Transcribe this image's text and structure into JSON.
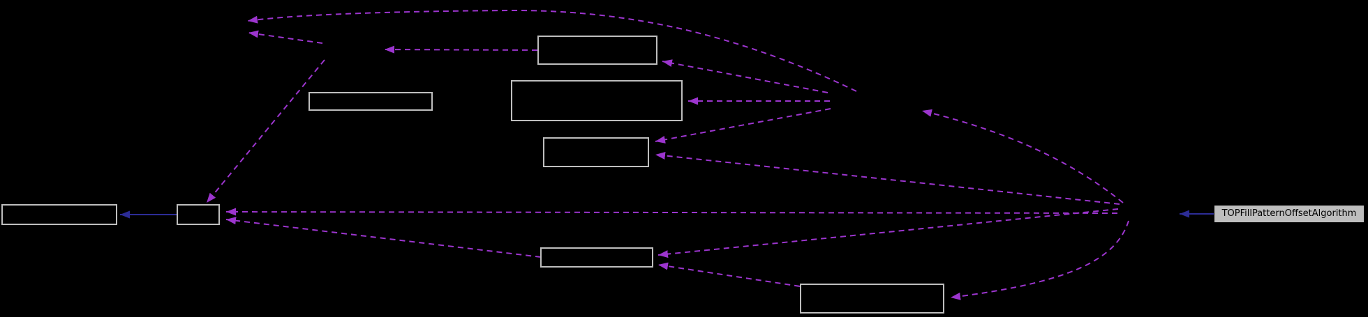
{
  "diagram": {
    "type": "collaboration-graph",
    "highlighted_node_label": "TOPFillPatternOffsetAlgorithm",
    "empty_node_count": 8,
    "colors": {
      "background": "#000000",
      "node_border": "#BEBEBE",
      "node_fill": "#000000",
      "highlight_fill": "#BEBEBE",
      "highlight_text": "#000000",
      "dashed_edge": "#9C35CE",
      "solid_edge": "#2C2C96"
    }
  }
}
